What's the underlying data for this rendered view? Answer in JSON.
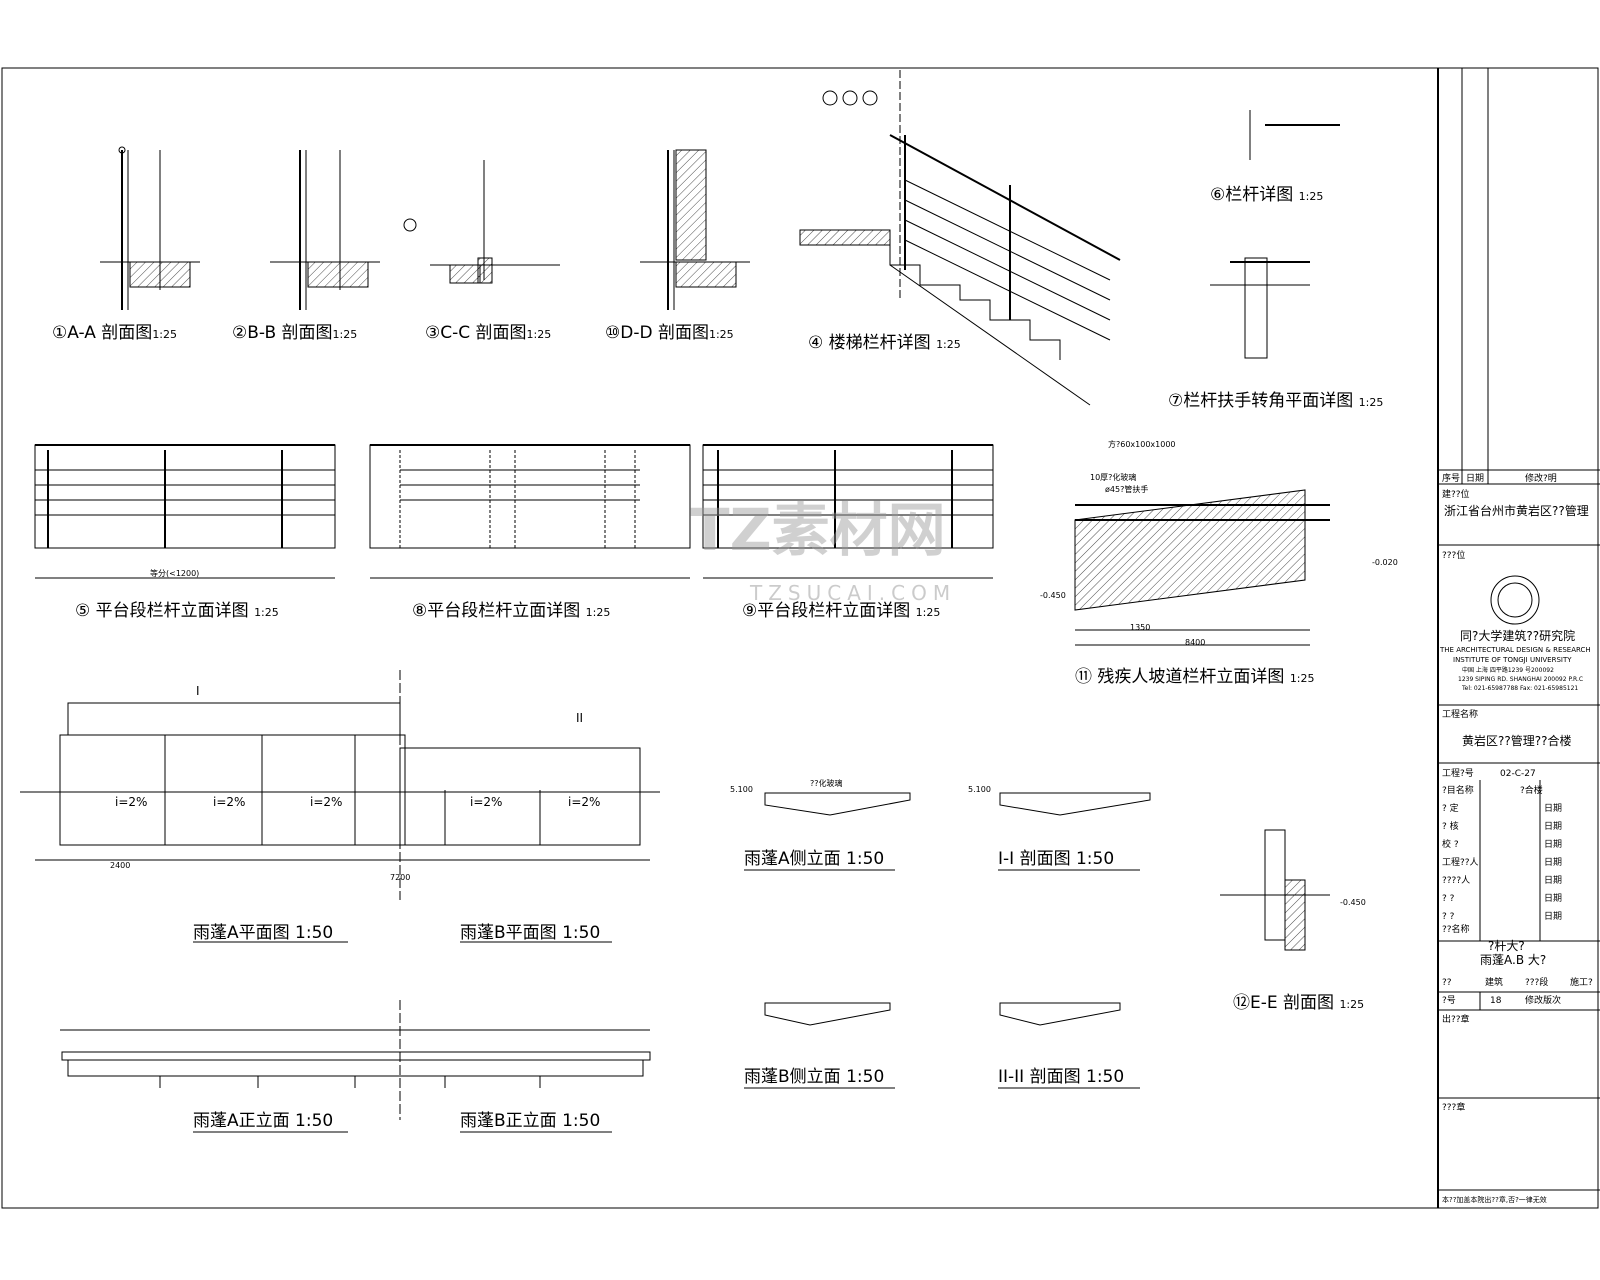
{
  "drawings": {
    "aa": {
      "num": "①",
      "title": "A-A 剖面图",
      "scale": "1:25"
    },
    "bb": {
      "num": "②",
      "title": "B-B 剖面图",
      "scale": "1:25"
    },
    "cc": {
      "num": "③",
      "title": "C-C 剖面图",
      "scale": "1:25"
    },
    "dd": {
      "num": "⑩",
      "title": "D-D 剖面图",
      "scale": "1:25"
    },
    "stair": {
      "num": "④",
      "title": "楼梯栏杆详图",
      "scale": "1:25"
    },
    "rail": {
      "num": "⑥",
      "title": "栏杆详图",
      "scale": "1:25"
    },
    "corner": {
      "num": "⑦",
      "title": "栏杆扶手转角平面详图",
      "scale": "1:25"
    },
    "p5": {
      "num": "⑤",
      "title": "平台段栏杆立面详图",
      "scale": "1:25"
    },
    "p8": {
      "num": "⑧",
      "title": "平台段栏杆立面详图",
      "scale": "1:25"
    },
    "p9": {
      "num": "⑨",
      "title": "平台段栏杆立面详图",
      "scale": "1:25"
    },
    "ramp": {
      "num": "⑪",
      "title": "残疾人坡道栏杆立面详图",
      "scale": "1:25"
    },
    "canA_plan": {
      "title": "雨蓬A平面图",
      "scale": "1:50"
    },
    "canB_plan": {
      "title": "雨蓬B平面图",
      "scale": "1:50"
    },
    "canA_side": {
      "title": "雨蓬A侧立面",
      "scale": "1:50"
    },
    "sec1": {
      "title": "I-I 剖面图",
      "scale": "1:50"
    },
    "ee": {
      "num": "⑫",
      "title": "E-E 剖面图",
      "scale": "1:25"
    },
    "canB_side": {
      "title": "雨蓬B侧立面",
      "scale": "1:50"
    },
    "sec2": {
      "title": "II-II 剖面图",
      "scale": "1:50"
    },
    "canA_front": {
      "title": "雨蓬A正立面",
      "scale": "1:50"
    },
    "canB_front": {
      "title": "雨蓬B正立面",
      "scale": "1:50"
    }
  },
  "annotations": {
    "slope": "i=2%",
    "glass": "??化玻璃",
    "dim_2400": "2400",
    "dim_7200": "7200",
    "dim_1200": "等分(<1200)",
    "elev_5100": "5.100",
    "elev_m0450": "-0.450",
    "elev_m0020": "-0.020",
    "dim_1350": "1350",
    "dim_8400": "8400",
    "ramp_note1": "方?60x100x1000",
    "ramp_note2": "10厚?化玻璃",
    "ramp_note3": "ø45?管扶手",
    "section_I": "I",
    "section_II": "II"
  },
  "watermark": {
    "main": "TZ素材网",
    "sub": "TZSUCAI.COM"
  },
  "title_block": {
    "rev_headers": [
      "序号",
      "日期",
      "修改?明"
    ],
    "client_label": "建??位",
    "client": "浙江省台州市黄岩区??管理",
    "designer_label": "???位",
    "institute_cn": "同?大学建筑??研究院",
    "institute_en1": "THE ARCHITECTURAL DESIGN & RESEARCH",
    "institute_en2": "INSTITUTE OF TONGJI UNIVERSITY",
    "institute_addr1": "中国 上海 四平路1239 号200092",
    "institute_addr2": "1239 SIPING RD. SHANGHAI 200092 P.R.C",
    "institute_tel": "Tel: 021-65987788 Fax: 021-65985121",
    "project_label": "工程名称",
    "project": "黄岩区??管理??合楼",
    "job_no_label": "工程?号",
    "job_no": "02-C-27",
    "item_label": "?目名称",
    "item": "?合楼",
    "signoffs": [
      "?  定",
      "?  核",
      "校  ?",
      "工程??人",
      "????人",
      "?  ?",
      "?  ?"
    ],
    "date_label": "日期",
    "drawing_name_label": "??名称",
    "drawing_name1": "?杆大?",
    "drawing_name2": "雨蓬A.B 大?",
    "discipline_label": "??",
    "discipline": "建筑",
    "stage_label": "???段",
    "stage": "施工?",
    "sheet_label": "?号",
    "sheet": "18",
    "revision_label": "修改版次",
    "stamp1": "出??章",
    "stamp2": "???章",
    "footer": "本??加盖本院出??章,否?一律无效"
  }
}
